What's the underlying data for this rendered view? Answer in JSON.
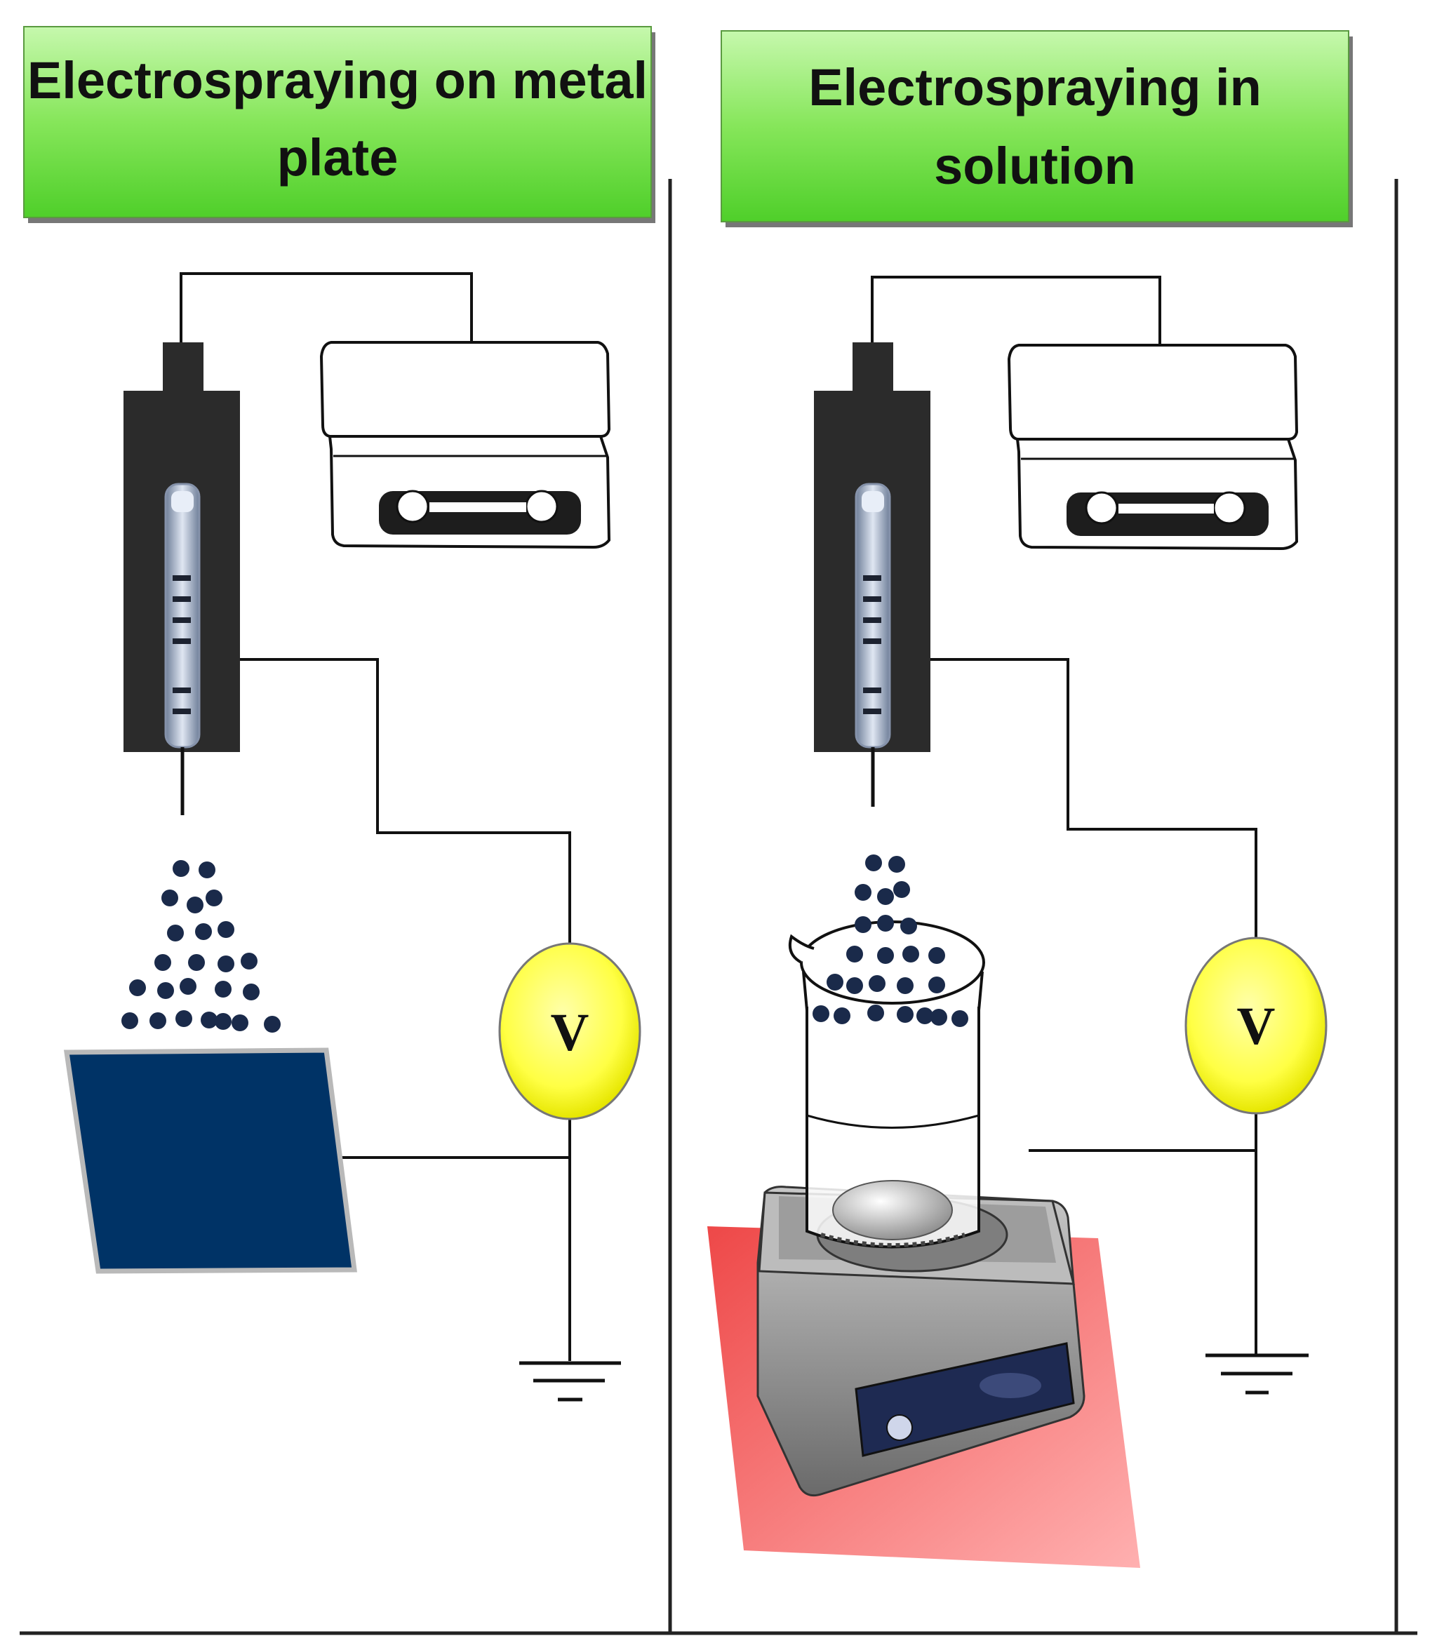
{
  "panels": [
    {
      "title_lines": [
        "Electrospraying on metal",
        "plate"
      ],
      "meter_label": "V",
      "collector": "metal-plate",
      "collector_color": "#003366"
    },
    {
      "title_lines": [
        "Electrospraying in",
        "solution"
      ],
      "meter_label": "V",
      "collector": "beaker-on-stirrer",
      "collector_color": "#f06060"
    }
  ],
  "colors": {
    "title_bg_top": "#b8f59a",
    "title_bg_bottom": "#4fcf2a",
    "syringe_housing": "#2b2b2b",
    "droplet": "#1a2a4a",
    "meter_fill": "#ffff55",
    "plate": "#003366",
    "mat": "#f06060"
  }
}
